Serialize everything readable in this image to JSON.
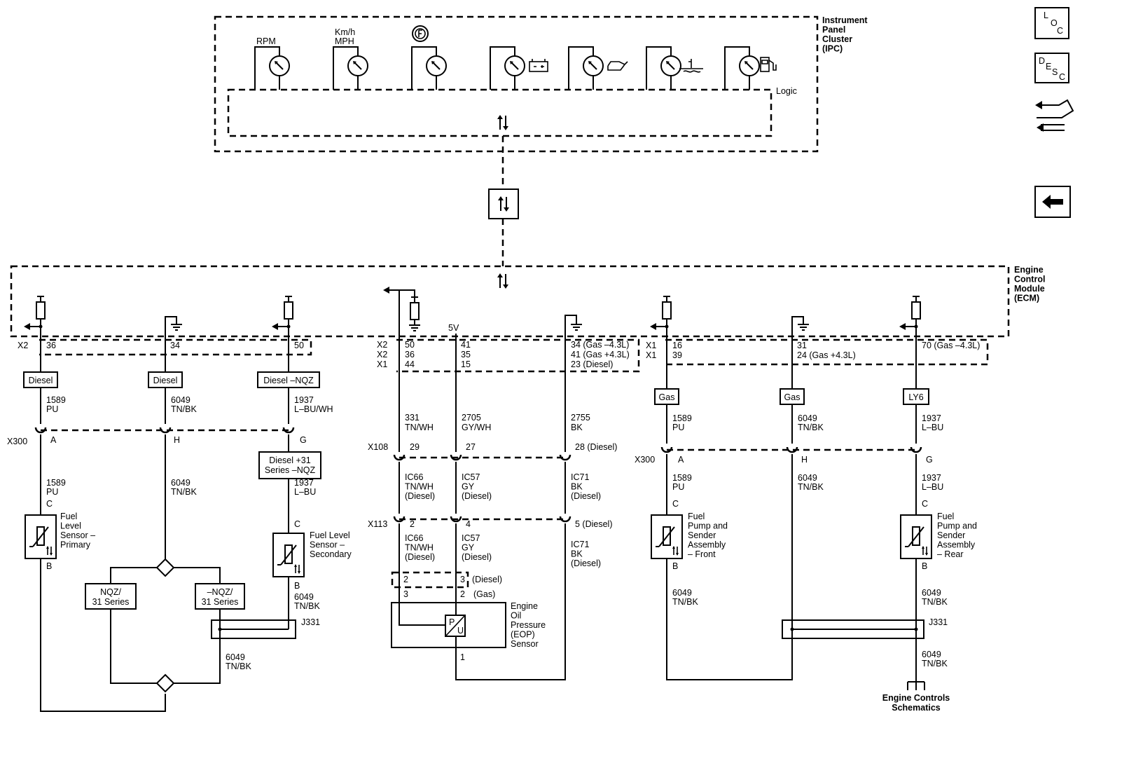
{
  "ipc": {
    "label_lines": [
      "Instrument",
      "Panel",
      "Cluster",
      "(IPC)"
    ],
    "logic": "Logic",
    "gauges": [
      {
        "label_lines": [
          "RPM"
        ],
        "icon": "tachometer-gauge"
      },
      {
        "label_lines": [
          "Km/h",
          "MPH"
        ],
        "icon": "speedometer-gauge"
      },
      {
        "label_lines": [],
        "icon": "transmission-temp-gauge"
      },
      {
        "label_lines": [],
        "icon": "battery-voltage-gauge"
      },
      {
        "label_lines": [],
        "icon": "oil-pressure-gauge"
      },
      {
        "label_lines": [],
        "icon": "coolant-temp-gauge"
      },
      {
        "label_lines": [],
        "icon": "fuel-gauge"
      }
    ]
  },
  "ecm": {
    "label_lines": [
      "Engine",
      "Control",
      "Module",
      "(ECM)"
    ]
  },
  "left_circuit": {
    "conn_x2": "X2",
    "pins": [
      "36",
      "34",
      "50"
    ],
    "options": [
      "Diesel",
      "Diesel",
      "Diesel –NQZ"
    ],
    "wires_top": [
      [
        "1589",
        "PU"
      ],
      [
        "6049",
        "TN/BK"
      ],
      [
        "1937",
        "L–BU/WH"
      ]
    ],
    "x300": "X300",
    "x300_pins": [
      "A",
      "H",
      "G"
    ],
    "diesel31": [
      "Diesel +31",
      "Series –NQZ"
    ],
    "wires_mid": [
      [
        "1589",
        "PU"
      ],
      [
        "6049",
        "TN/BK"
      ],
      [
        "1937",
        "L–BU"
      ]
    ],
    "sensor_primary": {
      "pin_c": "C",
      "pin_b": "B",
      "label_lines": [
        "Fuel",
        "Level",
        "Sensor –",
        "Primary"
      ]
    },
    "sensor_secondary": {
      "pin_c": "C",
      "pin_b": "B",
      "label_lines": [
        "Fuel Level",
        "Sensor –",
        "Secondary"
      ]
    },
    "nqz": [
      "NQZ/",
      "31 Series"
    ],
    "not_nqz": [
      "–NQZ/",
      "31 Series"
    ],
    "wire_after_secondary": [
      "6049",
      "TN/BK"
    ],
    "splice": "J331",
    "wire_bottom": [
      "6049",
      "TN/BK"
    ]
  },
  "center_circuit": {
    "conn_labels": [
      "X2",
      "X2",
      "X1"
    ],
    "col1_pins": [
      "50",
      "36",
      "44"
    ],
    "col2_pins": [
      "41",
      "35",
      "15"
    ],
    "col3_pins": [
      "34 (Gas –4.3L)",
      "41 (Gas +4.3L)",
      "23 (Diesel)"
    ],
    "five_v": "5V",
    "wires_top": [
      [
        "331",
        "TN/WH"
      ],
      [
        "2705",
        "GY/WH"
      ],
      [
        "2755",
        "BK"
      ]
    ],
    "x108": "X108",
    "x108_pins": [
      "29",
      "27",
      "28 (Diesel)"
    ],
    "wires_mid": [
      [
        "IC66",
        "TN/WH",
        "(Diesel)"
      ],
      [
        "IC57",
        "GY",
        "(Diesel)"
      ],
      [
        "IC71",
        "BK",
        "(Diesel)"
      ]
    ],
    "x113": "X113",
    "x113_pins": [
      "2",
      "4",
      "5 (Diesel)"
    ],
    "wires_low": [
      [
        "IC66",
        "TN/WH",
        "(Diesel)"
      ],
      [
        "IC57",
        "GY",
        "(Diesel)"
      ],
      [
        "IC71",
        "BK",
        "(Diesel)"
      ]
    ],
    "eop_pins_diesel": [
      "2",
      "3",
      "(Diesel)"
    ],
    "eop_pins_gas": [
      "3",
      "2",
      "(Gas)"
    ],
    "eop_pin_1": "1",
    "eop_label_lines": [
      "Engine",
      "Oil",
      "Pressure",
      "(EOP)",
      "Sensor"
    ],
    "transducer_letters": [
      "P",
      "U"
    ]
  },
  "right_circuit": {
    "conn_labels": [
      "X1",
      "X1"
    ],
    "col1_pins": [
      "16",
      "39"
    ],
    "col2_pins": [
      "31",
      "24 (Gas +4.3L)"
    ],
    "col3_pins": [
      "70 (Gas –4.3L)"
    ],
    "options": [
      "Gas",
      "Gas",
      "LY6"
    ],
    "wires_top": [
      [
        "1589",
        "PU"
      ],
      [
        "6049",
        "TN/BK"
      ],
      [
        "1937",
        "L–BU"
      ]
    ],
    "x300": "X300",
    "x300_pins": [
      "A",
      "H",
      "G"
    ],
    "wires_mid": [
      [
        "1589",
        "PU"
      ],
      [
        "6049",
        "TN/BK"
      ],
      [
        "1937",
        "L–BU"
      ]
    ],
    "pump_front": {
      "pin_c": "C",
      "pin_b": "B",
      "label_lines": [
        "Fuel",
        "Pump and",
        "Sender",
        "Assembly",
        "– Front"
      ]
    },
    "pump_rear": {
      "pin_c": "C",
      "pin_b": "B",
      "label_lines": [
        "Fuel",
        "Pump and",
        "Sender",
        "Assembly",
        "– Rear"
      ]
    },
    "wires_after_pumps": [
      [
        "6049",
        "TN/BK"
      ],
      [
        "6049",
        "TN/BK"
      ]
    ],
    "splice": "J331",
    "wire_bottom": [
      "6049",
      "TN/BK"
    ],
    "ref_label_lines": [
      "Engine Controls",
      "Schematics"
    ]
  },
  "nav": {
    "loc": {
      "letters": [
        "L",
        "O",
        "C"
      ],
      "icon": "location-icon"
    },
    "desc": {
      "letters": [
        "D",
        "E",
        "S",
        "C"
      ],
      "icon": "description-icon"
    },
    "connector": {
      "icon": "connector-view-icon"
    },
    "back": {
      "icon": "back-arrow-icon"
    }
  }
}
